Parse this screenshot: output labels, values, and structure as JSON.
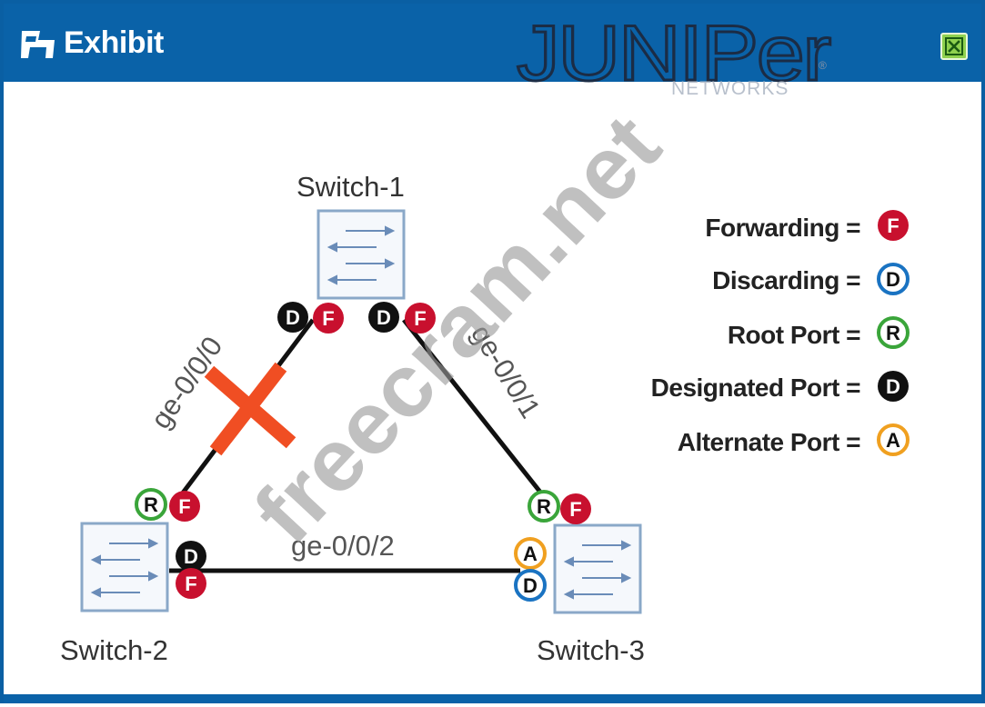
{
  "window": {
    "title": "Exhibit",
    "close_icon": "close-x-icon"
  },
  "brand": {
    "name": "JUNIPer",
    "sub": "NETWORKS",
    "mark": "®"
  },
  "watermark": {
    "text": "freecram.net"
  },
  "switches": [
    {
      "id": "switch-1",
      "label": "Switch-1"
    },
    {
      "id": "switch-2",
      "label": "Switch-2"
    },
    {
      "id": "switch-3",
      "label": "Switch-3"
    }
  ],
  "links": [
    {
      "id": "ge-0-0-0",
      "label": "ge-0/0/0",
      "blocked": true
    },
    {
      "id": "ge-0-0-1",
      "label": "ge-0/0/1",
      "blocked": false
    },
    {
      "id": "ge-0-0-2",
      "label": "ge-0/0/2",
      "blocked": false
    }
  ],
  "port_badges": {
    "sw1_left_role": "D",
    "sw1_left_state": "F",
    "sw1_right_role": "D",
    "sw1_right_state": "F",
    "sw2_top_role": "R",
    "sw2_top_state": "F",
    "sw2_right_role": "D",
    "sw2_right_state": "F",
    "sw3_top_role": "R",
    "sw3_top_state": "F",
    "sw3_left_role": "A",
    "sw3_left_state": "D"
  },
  "legend": [
    {
      "label": "Forwarding =",
      "symbol": "F",
      "style": "filled-red"
    },
    {
      "label": "Discarding =",
      "symbol": "D",
      "style": "ring-blue"
    },
    {
      "label": "Root Port =",
      "symbol": "R",
      "style": "ring-green"
    },
    {
      "label": "Designated Port =",
      "symbol": "D",
      "style": "filled-black"
    },
    {
      "label": "Alternate Port =",
      "symbol": "A",
      "style": "ring-orange"
    }
  ],
  "colors": {
    "titlebar": "#0a62a8",
    "forwarding": "#c8102e",
    "discarding": "#1a73c2",
    "root": "#3aa53a",
    "designated": "#111111",
    "alternate": "#f0a020",
    "blocked_x": "#f04e23",
    "switch_border": "#8aa8c8",
    "link": "#111111"
  }
}
